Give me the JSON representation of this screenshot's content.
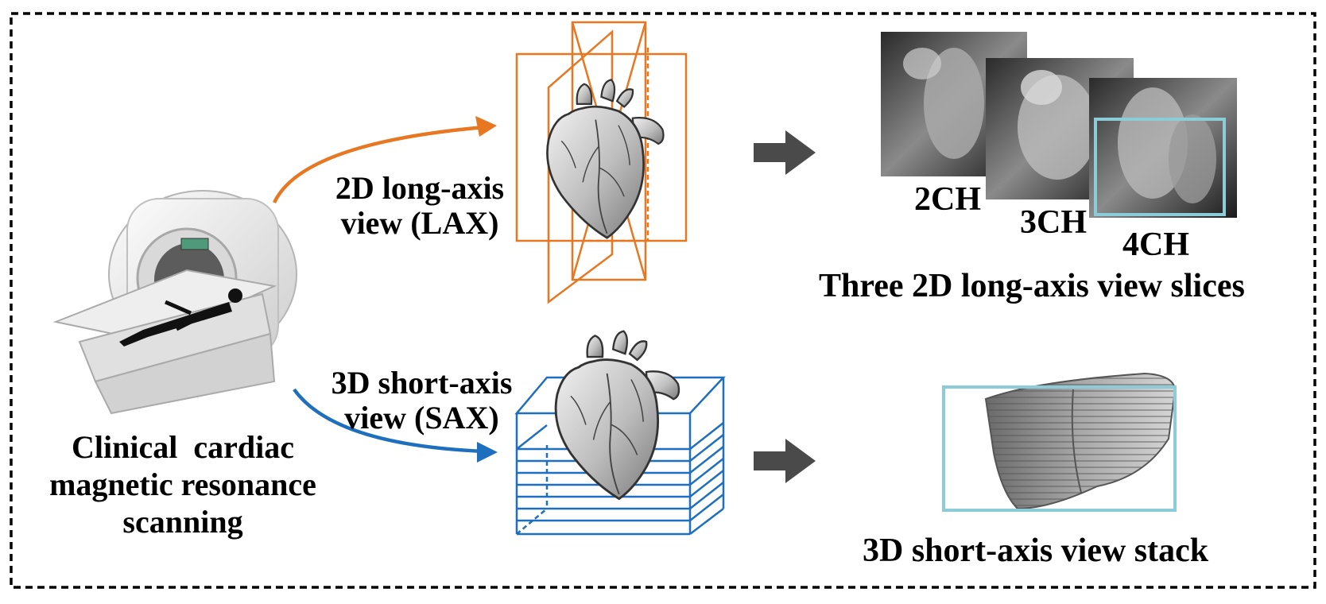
{
  "labels": {
    "lax_line1": "2D long-axis",
    "lax_line2": "view (LAX)",
    "sax_line1": "3D short-axis",
    "sax_line2": "view (SAX)",
    "scan_line1": "Clinical  cardiac",
    "scan_line2": "magnetic resonance",
    "scan_line3": "scanning",
    "ch2": "2CH",
    "ch3": "3CH",
    "ch4": "4CH",
    "lax_slices_caption": "Three 2D long-axis view slices",
    "sax_stack_caption": "3D short-axis view stack"
  },
  "colors": {
    "lax_accent": "#e87722",
    "sax_accent": "#1f6fbf",
    "roi_box": "#8ccbd8",
    "arrow_gray": "#4a4a4a",
    "frame_border": "#000000"
  },
  "icons": [
    "mri-scanner-icon",
    "heart-icon",
    "block-arrow-icon"
  ]
}
